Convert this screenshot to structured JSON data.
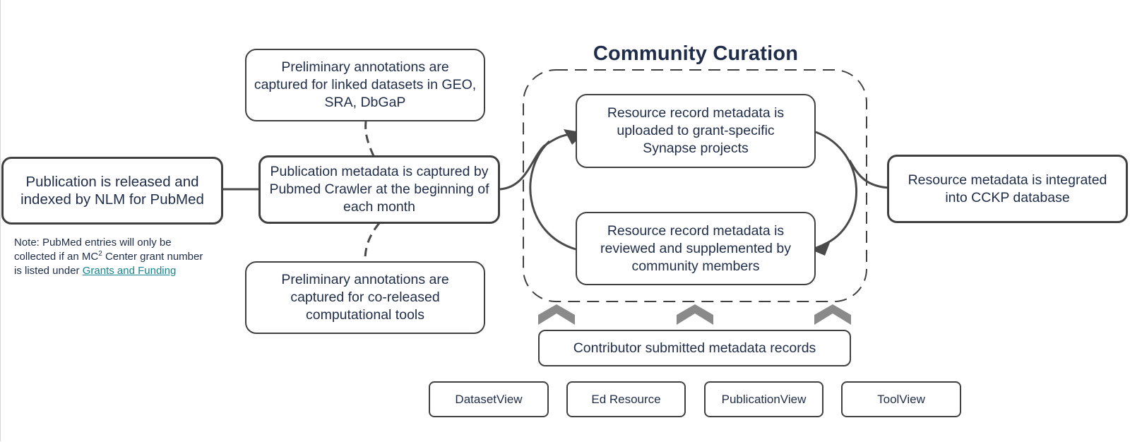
{
  "title": "Community Curation",
  "boxes": {
    "publication_released": "Publication is released and indexed by NLM for PubMed",
    "metadata_captured": "Publication metadata is captured by Pubmed Crawler at the beginning of each month",
    "prelim_datasets": "Preliminary annotations are captured for linked datasets in GEO, SRA, DbGaP",
    "prelim_tools": "Preliminary annotations are captured for co-released computational tools",
    "uploaded": "Resource record metadata is uploaded to grant-specific Synapse projects",
    "reviewed": "Resource record metadata is reviewed and supplemented by community members",
    "integrated": "Resource metadata is integrated into CCKP database",
    "contributor": "Contributor submitted metadata records"
  },
  "views": [
    "DatasetView",
    "Ed Resource",
    "PublicationView",
    "ToolView"
  ],
  "note": {
    "line1": "Note: PubMed entries will only be collected if an MC",
    "sup": "2",
    "line2": " Center grant number is listed under ",
    "link": "Grants and Funding"
  },
  "colors": {
    "text": "#1f2d4a",
    "border": "#404040",
    "link": "#17858e",
    "chevron": "#8a8a8a",
    "arrow": "#4a4a4a"
  }
}
